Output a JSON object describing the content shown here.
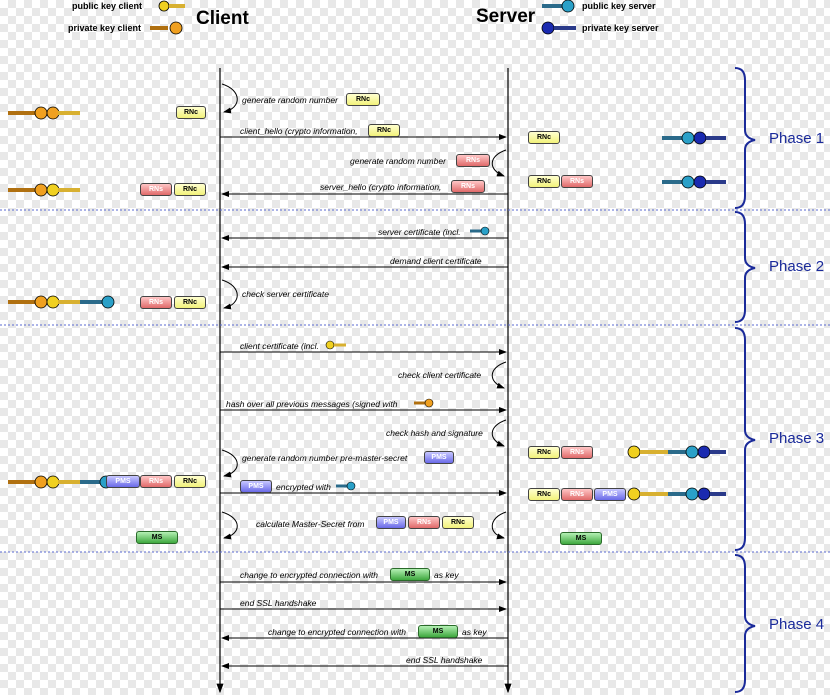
{
  "header": {
    "client": "Client",
    "server": "Server"
  },
  "legend": {
    "public_client": "public key client",
    "private_client": "private key client",
    "public_server": "public key server",
    "private_server": "private key server"
  },
  "tokens": {
    "rnc": "RNc",
    "rns": "RNs",
    "pms": "PMS",
    "ms": "MS"
  },
  "phases": [
    "Phase 1",
    "Phase 2",
    "Phase 3",
    "Phase 4"
  ],
  "messages": {
    "m1": "generate random number",
    "m2": "client_hello (crypto information,",
    "m3": "generate random number",
    "m4": "server_hello (crypto information,",
    "m5": "server certificate (incl.",
    "m6": "demand client certificate",
    "m7": "check server certificate",
    "m8": "client certificate (incl.",
    "m9": "check client certificate",
    "m10": "hash over all previous messages (signed with",
    "m11": "check hash and signature",
    "m12": "generate random number pre-master-secret",
    "m13": "encrypted with",
    "m14": "calculate Master-Secret from",
    "m15": "change to encrypted connection with",
    "m15b": "as key",
    "m16": "end SSL handshake",
    "m17": "change to encrypted connection with",
    "m17b": "as key",
    "m18": "end SSL handshake"
  },
  "colors": {
    "client_key": "#f0a020",
    "server_key": "#2aa0c8",
    "server_private_key": "#1a2ab0",
    "arrow": "#000000",
    "phase_brace": "#1a2a9a"
  },
  "icons": [
    "public-key-client-icon",
    "private-key-client-icon",
    "public-key-server-icon",
    "private-key-server-icon"
  ]
}
